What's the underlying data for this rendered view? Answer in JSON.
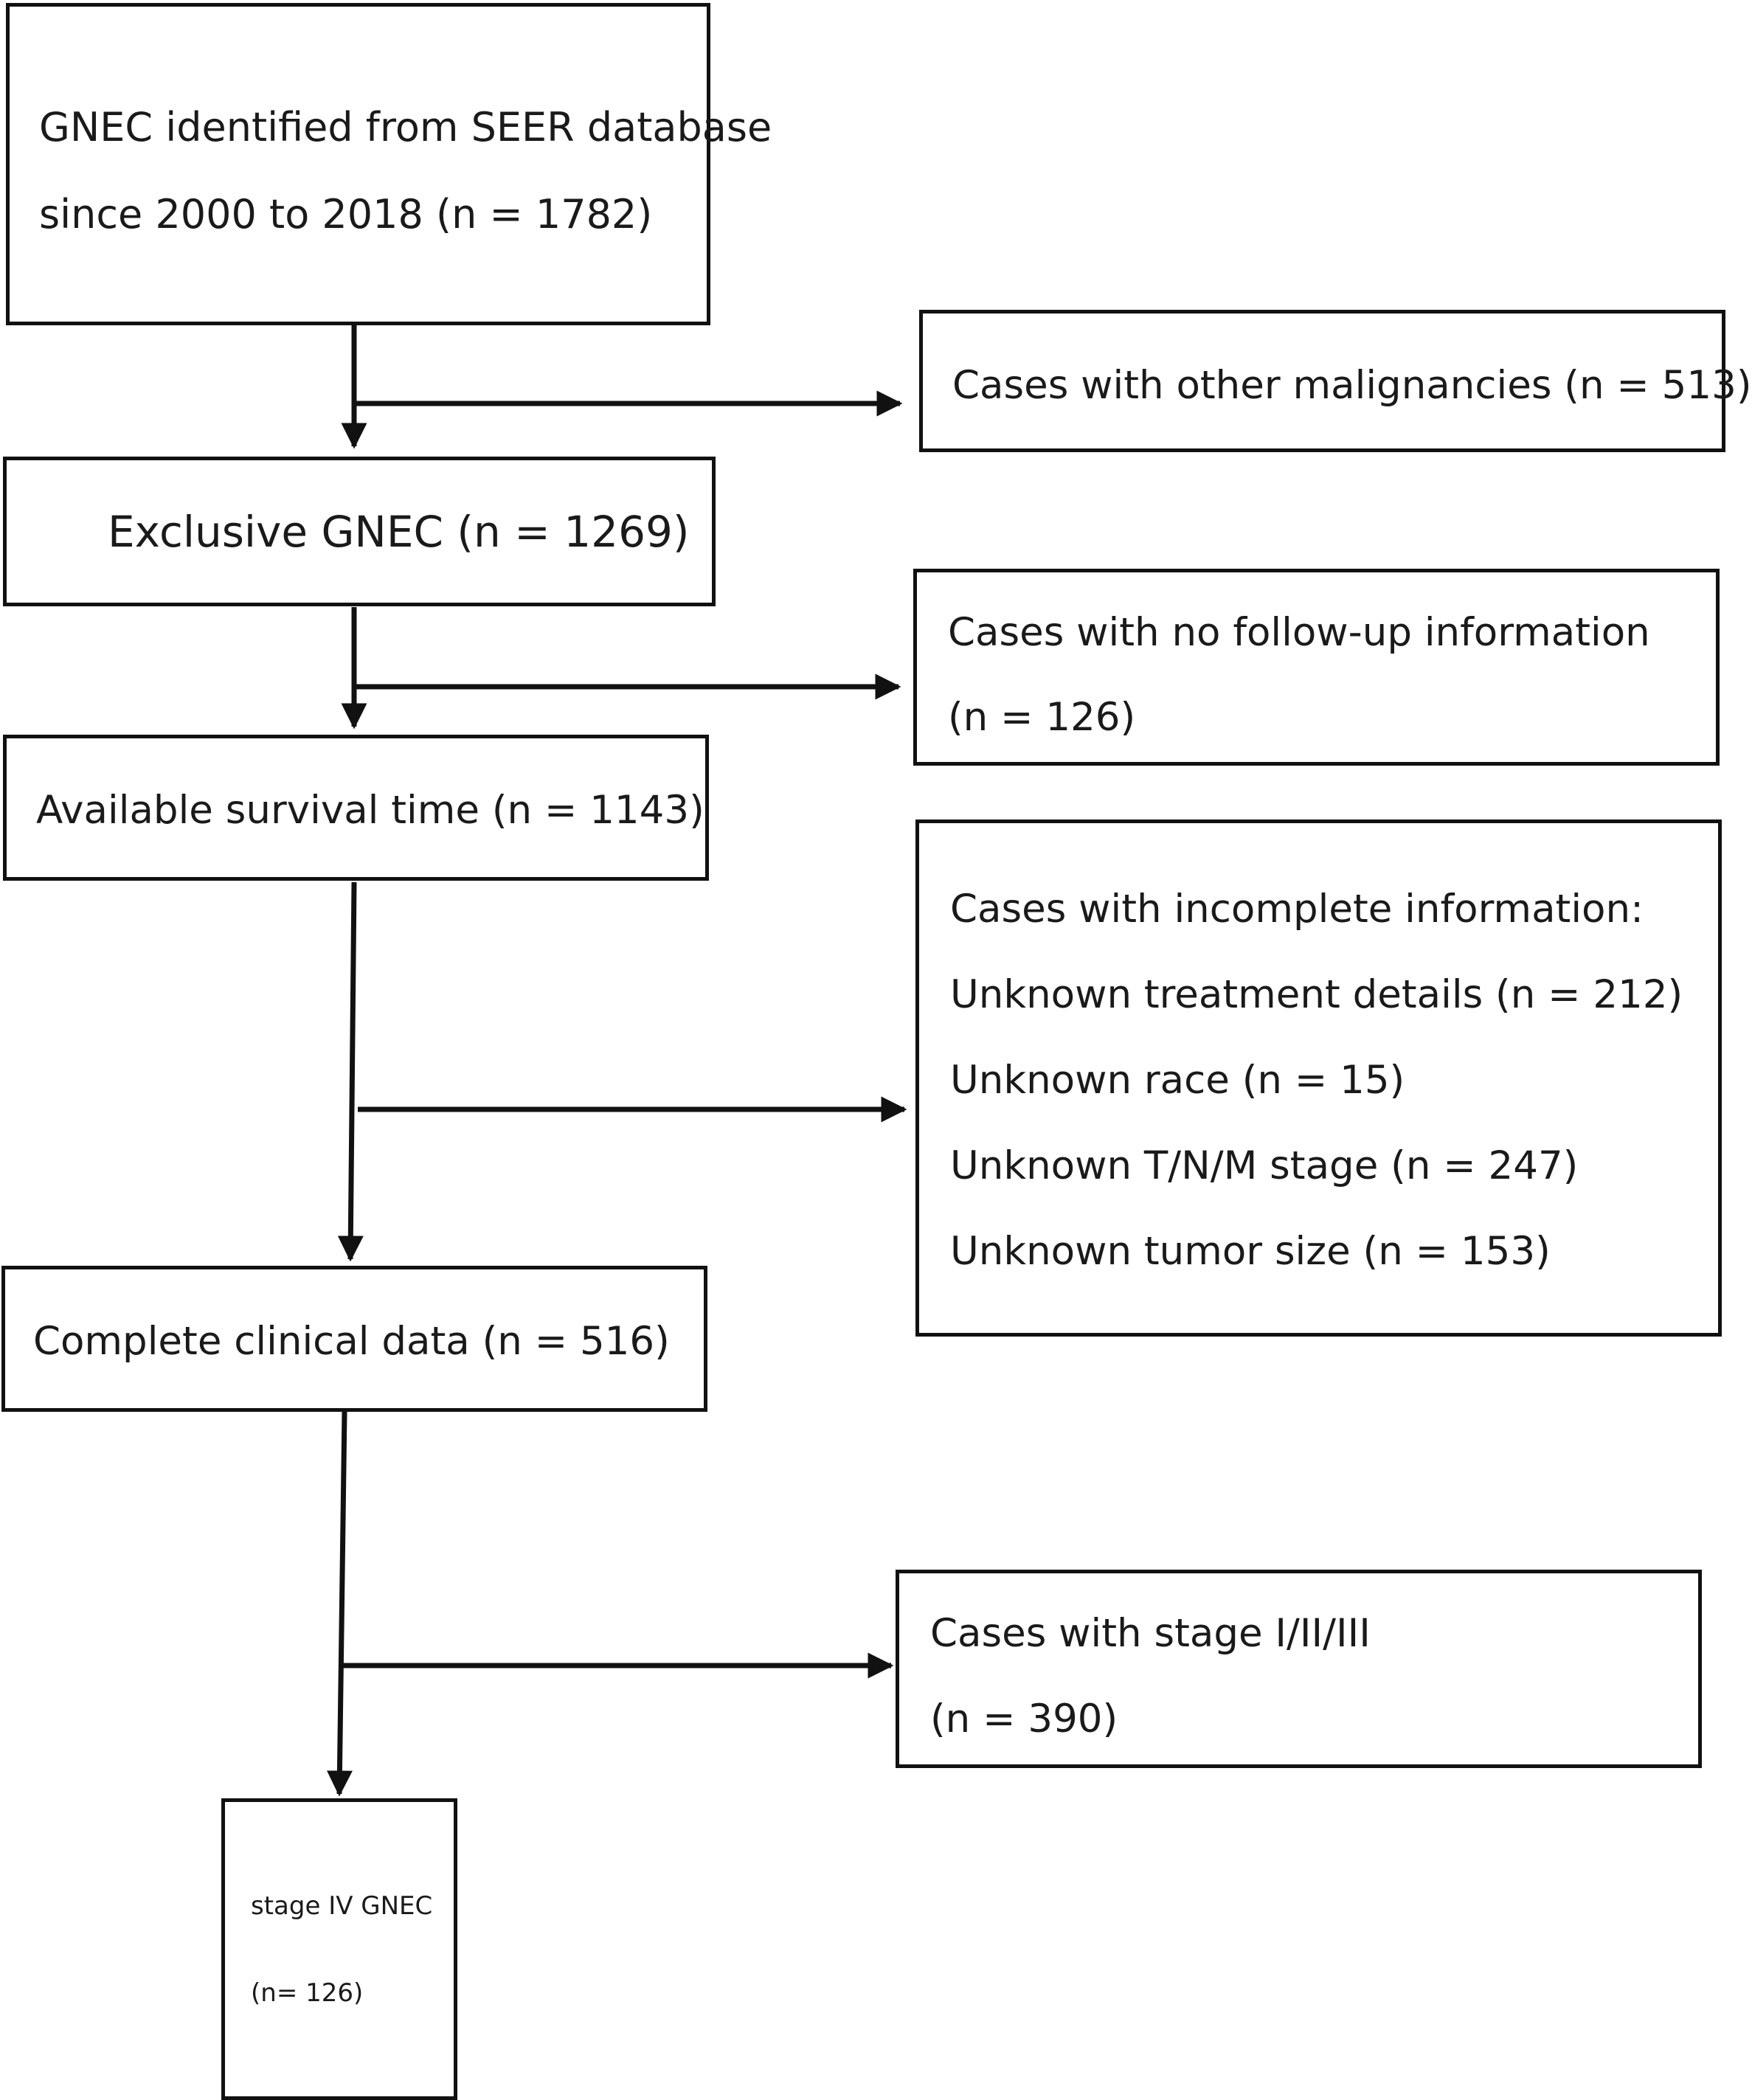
{
  "boxes": {
    "identified": {
      "line1": "GNEC identified from SEER database",
      "line2": "since 2000 to 2018 (n = 1782)"
    },
    "other_malignancies": {
      "line1": "Cases with other malignancies (n = 513)"
    },
    "exclusive": {
      "line1": "Exclusive GNEC (n = 1269)"
    },
    "no_followup": {
      "line1": "Cases with no follow-up information",
      "line2": "(n = 126)"
    },
    "survival": {
      "line1": "Available survival time (n = 1143)"
    },
    "incomplete": {
      "line1": "Cases with incomplete information:",
      "line2": "Unknown treatment details (n = 212)",
      "line3": "Unknown race (n = 15)",
      "line4": "Unknown T/N/M stage (n = 247)",
      "line5": "Unknown tumor size (n = 153)"
    },
    "complete": {
      "line1": "Complete clinical data (n = 516)"
    },
    "stage_123": {
      "line1": "Cases with stage I/II/III",
      "line2": "(n = 390)"
    },
    "stage_iv": {
      "line1": "stage IV GNEC",
      "line2": "(n= 126)"
    }
  },
  "colors": {
    "stroke": "#111111",
    "background": "#ffffff"
  }
}
